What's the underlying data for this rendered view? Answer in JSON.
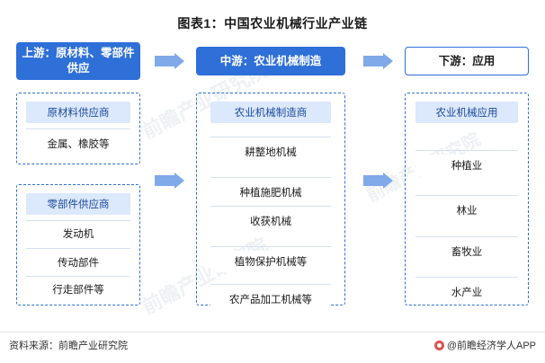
{
  "title": "图表1：中国农业机械行业产业链",
  "watermarks": [
    "前瞻产业研究院",
    "前瞻产业研究院",
    "前瞻产业研究院"
  ],
  "top_row": [
    {
      "label": "上游：原材料、零部件供应"
    },
    {
      "label": "中游：农业机械制造"
    },
    {
      "label": "下游：应用"
    }
  ],
  "columns": {
    "upstream": {
      "raw_materials": {
        "header": "原材料供应商",
        "items": [
          "金属、橡胶等"
        ]
      },
      "components": {
        "header": "零部件供应商",
        "items": [
          "发动机",
          "传动部件",
          "行走部件等"
        ]
      }
    },
    "midstream": {
      "header": "农业机械制造商",
      "items": [
        "耕整地机械",
        "种植施肥机械",
        "收获机械",
        "植物保护机械等",
        "农产品加工机械等"
      ]
    },
    "downstream": {
      "header": "农业机械应用",
      "items": [
        "种植业",
        "林业",
        "畜牧业",
        "水产业"
      ]
    }
  },
  "arrows": {
    "a1": "arrow-right-icon",
    "a2": "arrow-right-icon",
    "a3": "arrow-right-icon",
    "a4": "arrow-right-icon"
  },
  "footer": {
    "source": "资料来源：前瞻产业研究院",
    "account": "@前瞻经济学人APP"
  },
  "colors": {
    "primary_blue": "#2e6fd8",
    "light_blue": "#dce8fb",
    "arrow_blue": "#7fa9e8"
  }
}
